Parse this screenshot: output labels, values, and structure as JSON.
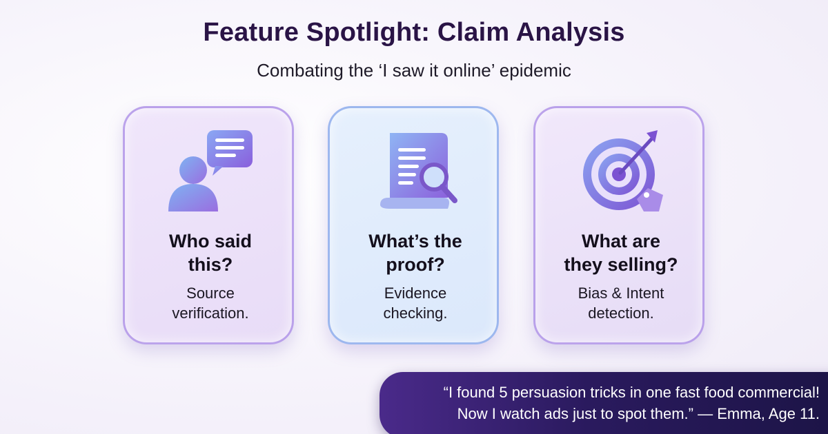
{
  "header": {
    "title": "Feature Spotlight: Claim Analysis",
    "subtitle": "Combating the ‘I saw it online’ epidemic"
  },
  "cards": [
    {
      "icon": "person-speech-bubble-icon",
      "title_line1": "Who said",
      "title_line2": "this?",
      "desc_line1": "Source",
      "desc_line2": "verification."
    },
    {
      "icon": "document-magnifier-icon",
      "title_line1": "What’s the",
      "title_line2": "proof?",
      "desc_line1": "Evidence",
      "desc_line2": "checking."
    },
    {
      "icon": "target-arrow-tag-icon",
      "title_line1": "What are",
      "title_line2": "they selling?",
      "desc_line1": "Bias & Intent",
      "desc_line2": "detection."
    }
  ],
  "testimonial": {
    "line1": "“I found 5 persuasion tricks in one fast food commercial!",
    "line2": "Now I watch ads just to spot them.” — Emma, Age 11."
  },
  "colors": {
    "title": "#2a1446",
    "accent_purple": "#8b6fd8",
    "accent_blue": "#7fa6ee",
    "quote_bg": "#2a1a5e"
  }
}
